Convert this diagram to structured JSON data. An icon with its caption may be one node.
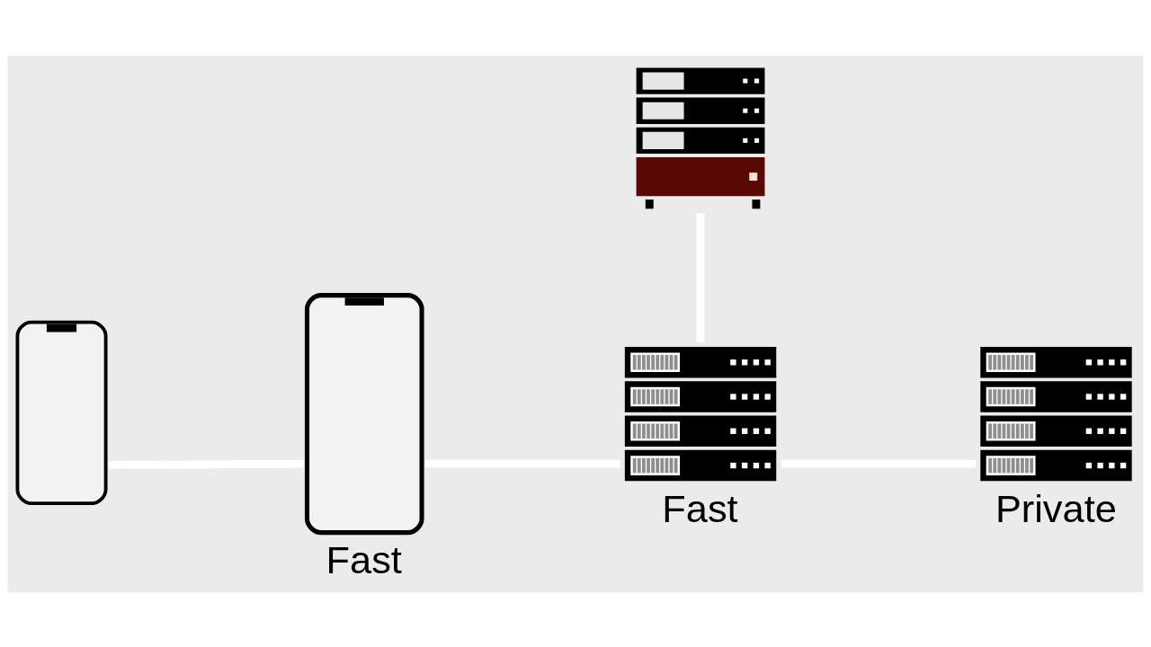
{
  "diagram": {
    "nodes": [
      {
        "text": [],
        "shape": "picture"
      },
      {
        "text": [
          "Fast"
        ]
      },
      {
        "text": [
          "Fast"
        ]
      },
      {
        "text": [
          "Private"
        ]
      },
      {
        "text": [],
        "shape": "picture"
      }
    ],
    "edges": [
      {
        "from": 0,
        "to": 1,
        "arrow": "none"
      },
      {
        "from": 1,
        "to": 2,
        "arrow": "none"
      },
      {
        "from": 2,
        "to": 3,
        "arrow": "none"
      },
      {
        "from": 2,
        "to": 4,
        "arrow": "none"
      }
    ]
  }
}
